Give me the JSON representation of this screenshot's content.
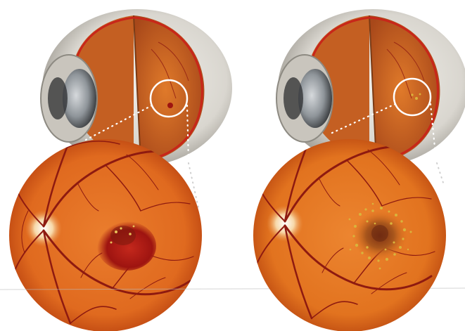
{
  "image": {
    "panels": [
      {
        "id": "left",
        "fundus_condition": "macular-hemorrhage",
        "colors": {
          "retina": "#e06a1f",
          "retina_dark": "#b8410f",
          "vessel": "#8e1a10",
          "optic_disc": "#f7d8a8",
          "lesion": "#9e1410",
          "lesion_core": "#c4281c"
        }
      },
      {
        "id": "right",
        "fundus_condition": "macular-drusen",
        "colors": {
          "retina": "#e2731f",
          "retina_dark": "#b8450f",
          "vessel": "#8e1a10",
          "optic_disc": "#f7d8a8",
          "deposit": "#d9b43c",
          "lesion_core": "#7a2e12"
        }
      }
    ],
    "colors": {
      "sclera": "#d9d6cf",
      "sclera_shadow": "#9a968e",
      "cornea": "#c9c5bd",
      "lens": "#8f959a",
      "interior": "#d46a1e",
      "dotted_line": "#ffffff",
      "highlight_ring": "#ffffff",
      "background": "#ffffff"
    }
  }
}
